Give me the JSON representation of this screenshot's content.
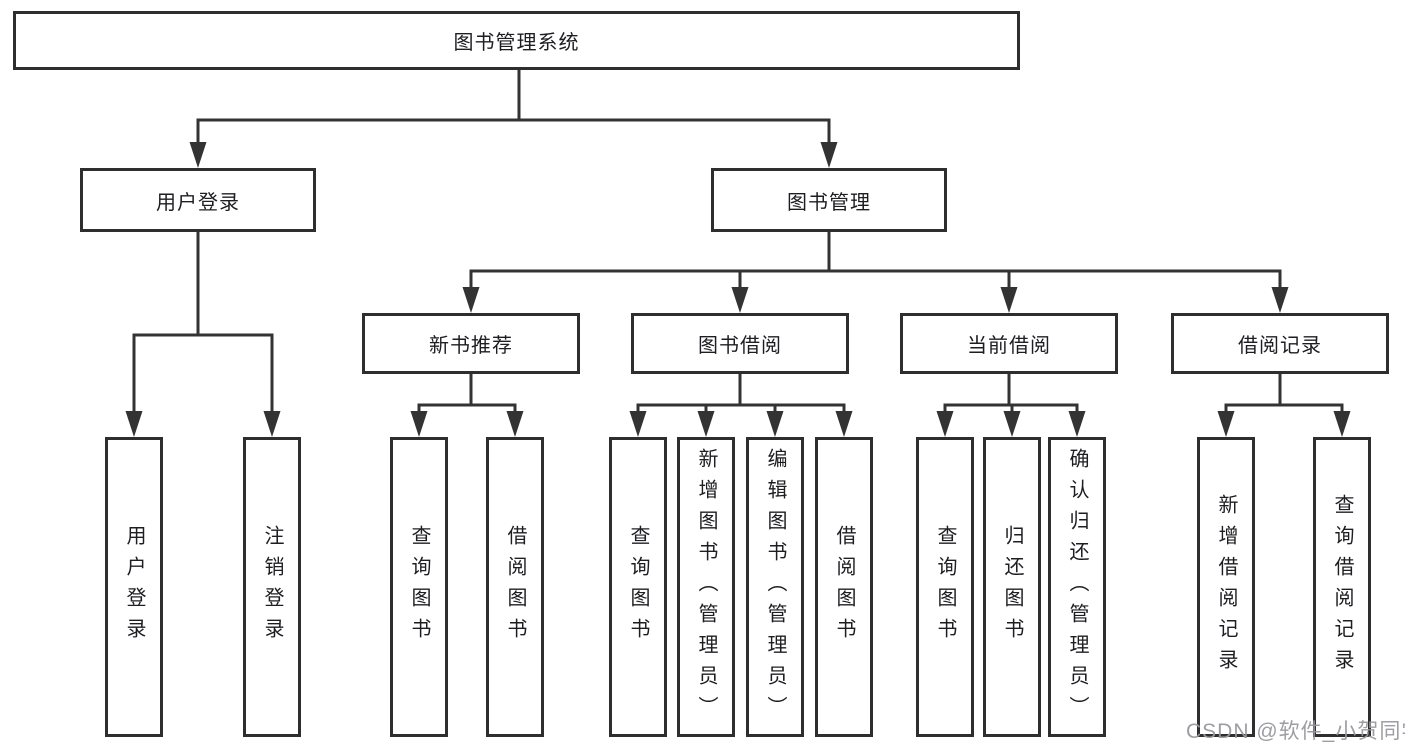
{
  "tree": {
    "root": "图书管理系统",
    "branches": [
      {
        "label": "用户登录",
        "leaves": [
          "用户登录",
          "注销登录"
        ]
      },
      {
        "label": "图书管理",
        "groups": [
          {
            "label": "新书推荐",
            "leaves": [
              "查询图书",
              "借阅图书"
            ]
          },
          {
            "label": "图书借阅",
            "leaves": [
              "查询图书",
              "新增图书（管理员）",
              "编辑图书（管理员）",
              "借阅图书"
            ]
          },
          {
            "label": "当前借阅",
            "leaves": [
              "查询图书",
              "归还图书",
              "确认归还（管理员）"
            ]
          },
          {
            "label": "借阅记录",
            "leaves": [
              "新增借阅记录",
              "查询借阅记录"
            ]
          }
        ]
      }
    ]
  },
  "watermark": "CSDN @软件_小贺同学",
  "colors": {
    "line": "#333333",
    "box_border": "#2e2e2e",
    "text": "#1e1e22",
    "watermark": "#98989e"
  }
}
